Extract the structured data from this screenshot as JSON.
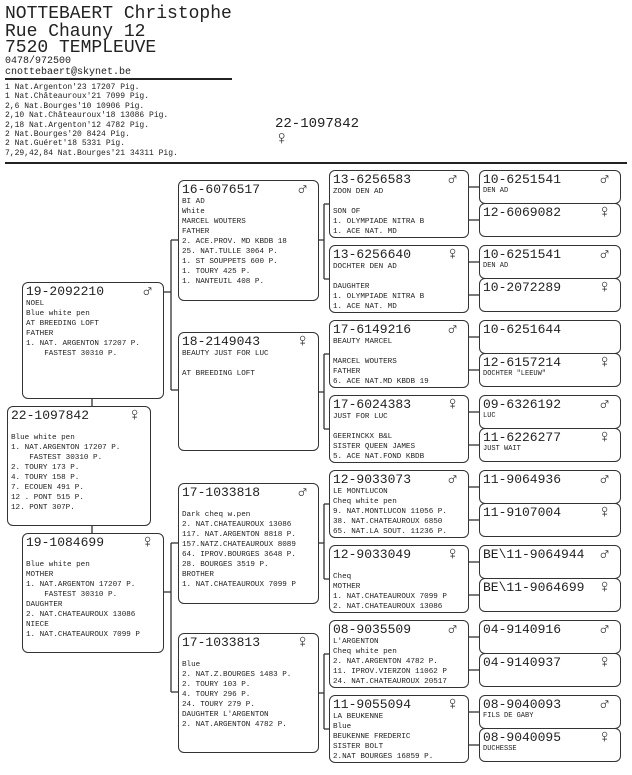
{
  "owner": {
    "name": "NOTTEBAERT Christophe",
    "street": "Rue Chauny 12",
    "city": "7520 TEMPLEUVE",
    "phone": "0478/972500",
    "email": "cnottebaert@skynet.be"
  },
  "results": [
    "1 Nat.Argenton'23 17207 Pig.",
    "1 Nat.Châteauroux'21 7099 Pig.",
    "2,6 Nat.Bourges'10 10906 Pig.",
    "2,10 Nat.Châteauroux'18 13086 Pig.",
    "2,18 Nat.Argenton'12 4782 Pig.",
    "2 Nat.Bourges'20 8424 Pig.",
    "2 Nat.Guéret'18 5331 Pig.",
    "7,29,42,84 Nat.Bourges'21 34311 Pig."
  ],
  "subject": {
    "ring": "22-1097842",
    "sex": "♀"
  },
  "pigeons": [
    {
      "ring": "22-1097842",
      "sex": "♀",
      "lines": [
        "",
        "Blue white pen",
        "1. NAT.ARGENTON 17207 P.",
        "    FASTEST 30310 P.",
        "2. TOURY 173 P.",
        "4. TOURY 158 P.",
        "7. ECOUEN 491 P.",
        "12 . PONT 515 P.",
        "12. PONT 307P."
      ]
    },
    {
      "ring": "19-2092210",
      "sex": "♂",
      "lines": [
        "NOEL",
        "Blue white pen",
        "AT BREEDING LOFT",
        "FATHER",
        "1. NAT. ARGENTON 17207 P.",
        "    FASTEST 30310 P."
      ]
    },
    {
      "ring": "19-1084699",
      "sex": "♀",
      "lines": [
        "",
        "Blue white pen",
        "MOTHER",
        "1. NAT.ARGENTON 17207 P.",
        "    FASTEST 30310 P.",
        "DAUGHTER",
        "2. NAT.CHATEAUROUX 13086",
        "NIECE",
        "1. NAT.CHATEAUROUX 7099 P"
      ]
    },
    {
      "ring": "16-6076517",
      "sex": "♂",
      "lines": [
        "BI AD",
        "White",
        "MARCEL WOUTERS",
        "FATHER",
        "2. ACE.PROV. MD KBDB 18",
        "25. NAT.TULLE 3064 P.",
        "1. ST SOUPPETS 600 P.",
        "1. TOURY 425 P.",
        "1. NANTEUIL 408 P."
      ]
    },
    {
      "ring": "18-2149043",
      "sex": "♀",
      "lines": [
        "BEAUTY JUST FOR LUC",
        "",
        "AT BREEDING LOFT"
      ]
    },
    {
      "ring": "17-1033818",
      "sex": "♂",
      "lines": [
        "",
        "Dark cheq w.pen",
        "2. NAT.CHATEAUROUX 13086",
        "117. NAT.ARGENTON 8818 P.",
        "157.NATZ.CHATEAUROUX 8089",
        "64. IPROV.BOURGES 3648 P.",
        "28. BOURGES 3519 P.",
        "BROTHER",
        "1. NAT.CHATEAUROUX 7099 P"
      ]
    },
    {
      "ring": "17-1033813",
      "sex": "♀",
      "lines": [
        "",
        "Blue",
        "2. NAT.Z.BOURGES 1483 P.",
        "2. TOURY 103 P.",
        "4. TOURY 296 P.",
        "24. TOURY 279 P.",
        "DAUGHTER L'ARGENTON",
        "2. NAT.ARGENTON 4782 P."
      ]
    },
    {
      "ring": "13-6256583",
      "sex": "♂",
      "lines": [
        "ZOON DEN AD",
        "",
        "SON OF",
        "1. OLYMPIADE NITRA B",
        "1. ACE NAT. MD"
      ]
    },
    {
      "ring": "13-6256640",
      "sex": "♀",
      "lines": [
        "DOCHTER DEN AD",
        "",
        "DAUGHTER",
        "1. OLYMPIADE NITRA B",
        "1. ACE NAT. MD"
      ]
    },
    {
      "ring": "17-6149216",
      "sex": "♂",
      "lines": [
        "BEAUTY MARCEL",
        "",
        "MARCEL WOUTERS",
        "FATHER",
        "6. ACE NAT.MD KBDB 19"
      ]
    },
    {
      "ring": "17-6024383",
      "sex": "♀",
      "lines": [
        "JUST FOR LUC",
        "",
        "GEERINCKX B&L",
        "SISTER QUEEN JAMES",
        "5. ACE NAT.FOND KBDB"
      ]
    },
    {
      "ring": "12-9033073",
      "sex": "♂",
      "lines": [
        "LE MONTLUCON",
        "Cheq white pen",
        "9. NAT.MONTLUCON 11056 P.",
        "38. NAT.CHATEAUROUX 6850",
        "65. NAT.LA SOUT. 11236 P."
      ]
    },
    {
      "ring": "12-9033049",
      "sex": "♀",
      "lines": [
        "",
        "Cheq",
        "MOTHER",
        "1. NAT.CHATEAUROUX 7099 P",
        "2. NAT.CHATEAUROUX 13086"
      ]
    },
    {
      "ring": "08-9035509",
      "sex": "♂",
      "lines": [
        "L'ARGENTON",
        "Cheq white pen",
        "2. NAT.ARGENTON 4782 P.",
        "11. IPROV.VIERZON 11062 P",
        "24. NAT.CHATEAUROUX 20517"
      ]
    },
    {
      "ring": "11-9055094",
      "sex": "♀",
      "lines": [
        "LA BEUKENNE",
        "Blue",
        "BEUKENNE FREDERIC",
        "SISTER BOLT",
        "2.NAT BOURGES 16859 P."
      ]
    },
    {
      "ring": "10-6251541",
      "sex": "♂",
      "lines": [
        "DEN AD"
      ]
    },
    {
      "ring": "12-6069082",
      "sex": "♀",
      "lines": []
    },
    {
      "ring": "10-6251541",
      "sex": "♂",
      "lines": [
        "DEN AD"
      ]
    },
    {
      "ring": "10-2072289",
      "sex": "♀",
      "lines": []
    },
    {
      "ring": "10-6251644",
      "sex": "",
      "lines": []
    },
    {
      "ring": "12-6157214",
      "sex": "♀",
      "lines": [
        "DOCHTER \"LEEUW\""
      ]
    },
    {
      "ring": "09-6326192",
      "sex": "♂",
      "lines": [
        "LUC"
      ]
    },
    {
      "ring": "11-6226277",
      "sex": "♀",
      "lines": [
        "JUST WAIT"
      ]
    },
    {
      "ring": "11-9064936",
      "sex": "♂",
      "lines": []
    },
    {
      "ring": "11-9107004",
      "sex": "♀",
      "lines": []
    },
    {
      "ring": "BE\\11-9064944",
      "sex": "♂",
      "lines": []
    },
    {
      "ring": "BE\\11-9064699",
      "sex": "♀",
      "lines": []
    },
    {
      "ring": "04-9140916",
      "sex": "♂",
      "lines": []
    },
    {
      "ring": "04-9140937",
      "sex": "♀",
      "lines": []
    },
    {
      "ring": "08-9040093",
      "sex": "♂",
      "lines": [
        "FILS DE GABY"
      ]
    },
    {
      "ring": "08-9040095",
      "sex": "♀",
      "lines": [
        "DUCHESSE"
      ]
    }
  ]
}
